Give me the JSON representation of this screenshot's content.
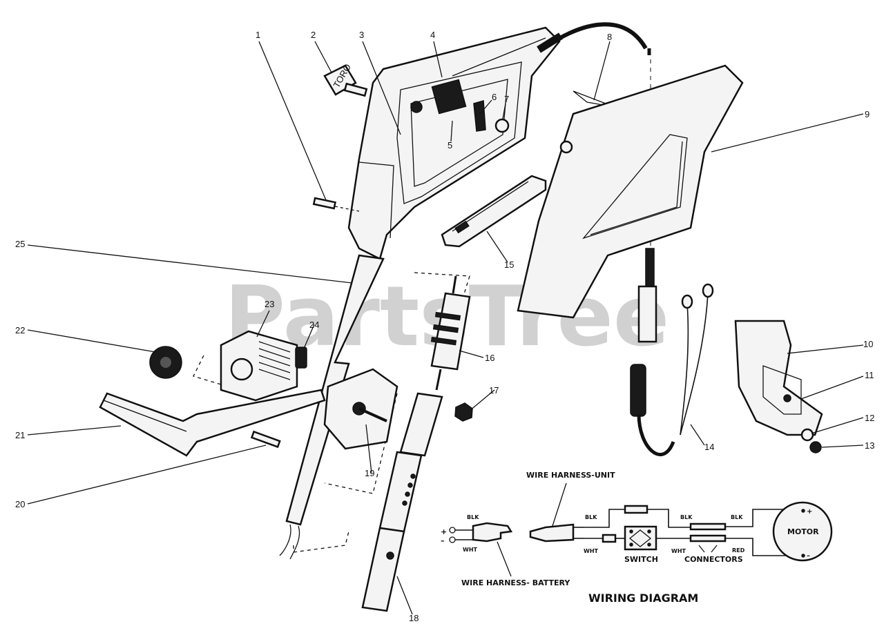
{
  "watermark": "PartsTree",
  "callouts": [
    "1",
    "2",
    "3",
    "4",
    "5",
    "6",
    "7",
    "8",
    "9",
    "10",
    "11",
    "12",
    "13",
    "14",
    "15",
    "16",
    "17",
    "18",
    "19",
    "20",
    "21",
    "22",
    "23",
    "24",
    "25"
  ],
  "key_label": "TORO",
  "wiring": {
    "title": "WIRING DIAGRAM",
    "harness_unit": "WIRE HARNESS-UNIT",
    "harness_battery": "WIRE HARNESS- BATTERY",
    "switch": "SWITCH",
    "connectors": "CONNECTORS",
    "motor": "MOTOR",
    "blk": "BLK",
    "wht": "WHT",
    "red": "RED",
    "plus": "+",
    "minus": "–"
  }
}
